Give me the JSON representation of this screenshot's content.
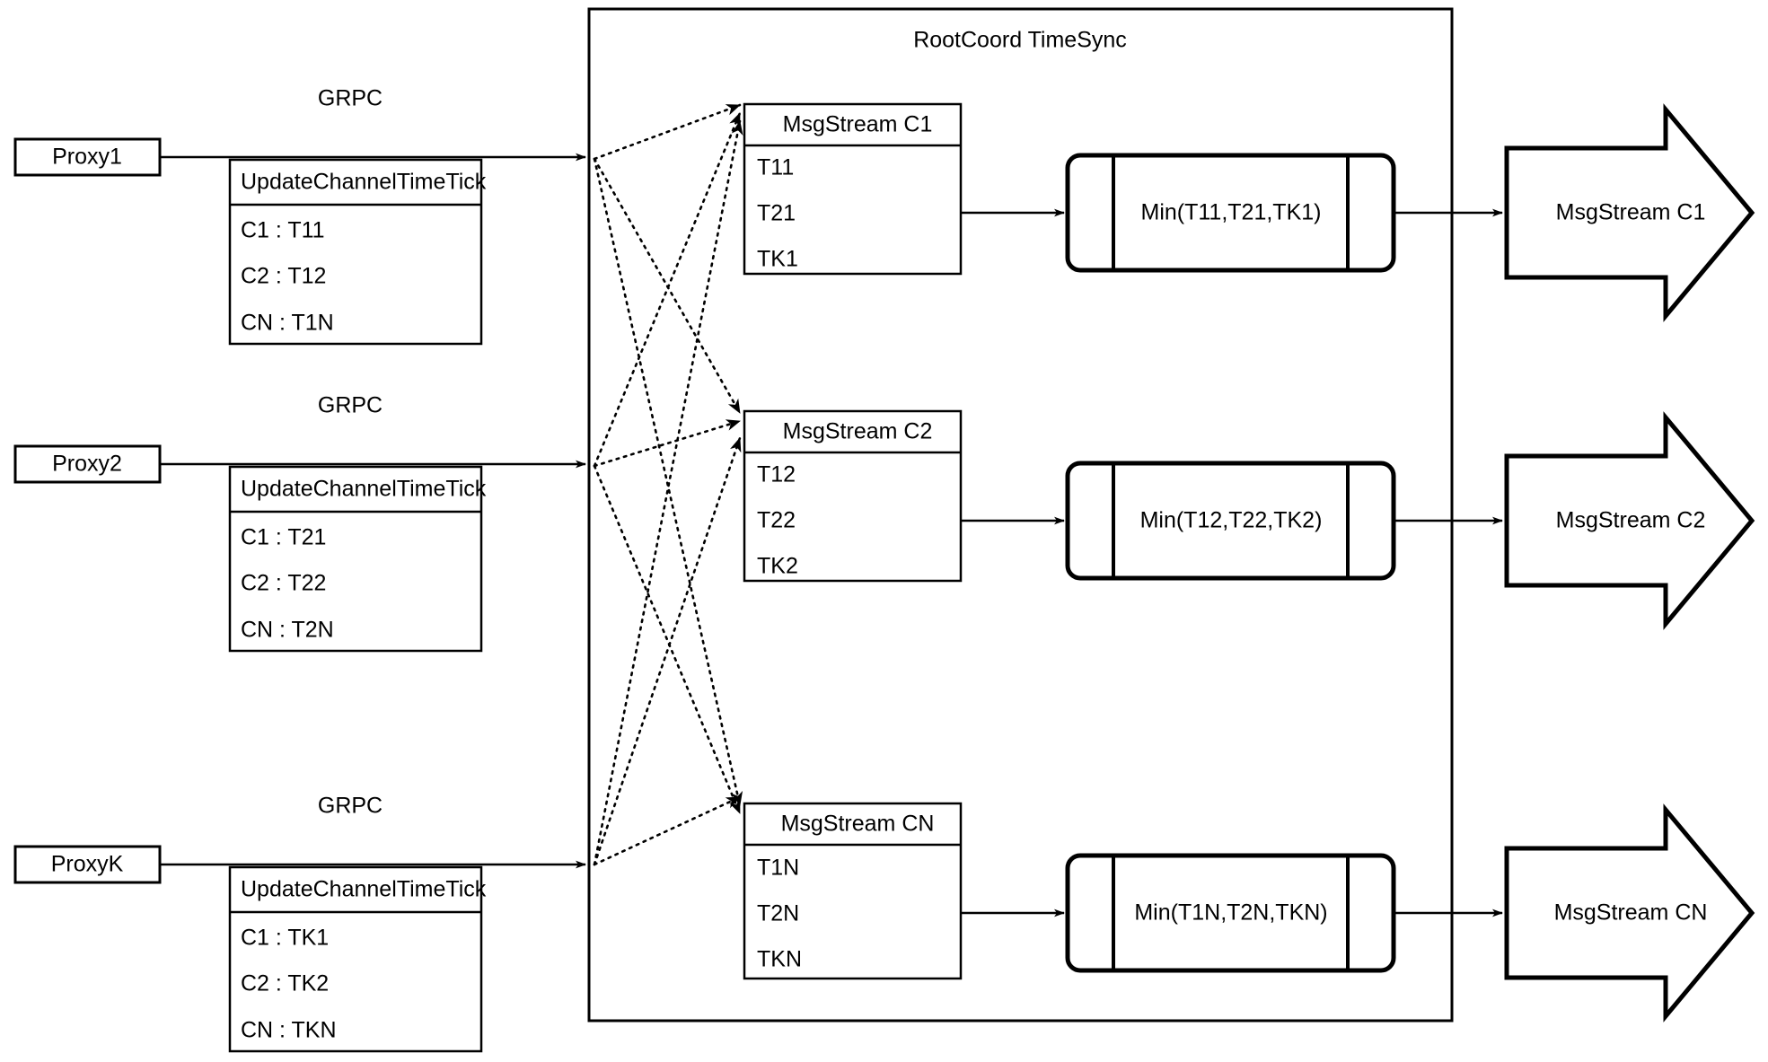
{
  "diagram": {
    "title": "RootCoord TimeSync",
    "background": "#ffffff",
    "stroke": "#000000"
  },
  "container": {
    "label": "RootCoord TimeSync"
  },
  "rows": [
    {
      "proxy": "Proxy1",
      "link_label": "GRPC",
      "request": {
        "header": "UpdateChannelTimeTick",
        "entries": [
          "C1 :  T11",
          "C2 :  T12",
          "CN : T1N"
        ]
      },
      "msgstream": {
        "header": "MsgStream C1",
        "ticks": [
          "T11",
          "T21",
          "TK1"
        ]
      },
      "process": {
        "label": "Min(T11,T21,TK1)"
      },
      "output": {
        "label": "MsgStream C1"
      }
    },
    {
      "proxy": "Proxy2",
      "link_label": "GRPC",
      "request": {
        "header": "UpdateChannelTimeTick",
        "entries": [
          "C1 :  T21",
          "C2 :  T22",
          "CN : T2N"
        ]
      },
      "msgstream": {
        "header": "MsgStream C2",
        "ticks": [
          "T12",
          "T22",
          "TK2"
        ]
      },
      "process": {
        "label": "Min(T12,T22,TK2)"
      },
      "output": {
        "label": "MsgStream C2"
      }
    },
    {
      "proxy": "ProxyK",
      "link_label": "GRPC",
      "request": {
        "header": "UpdateChannelTimeTick",
        "entries": [
          "C1 :  TK1",
          "C2 :  TK2",
          "CN : TKN"
        ]
      },
      "msgstream": {
        "header": "MsgStream CN",
        "ticks": [
          "T1N",
          "T2N",
          "TKN"
        ]
      },
      "process": {
        "label": "Min(T1N,T2N,TKN)"
      },
      "output": {
        "label": "MsgStream CN"
      }
    }
  ]
}
